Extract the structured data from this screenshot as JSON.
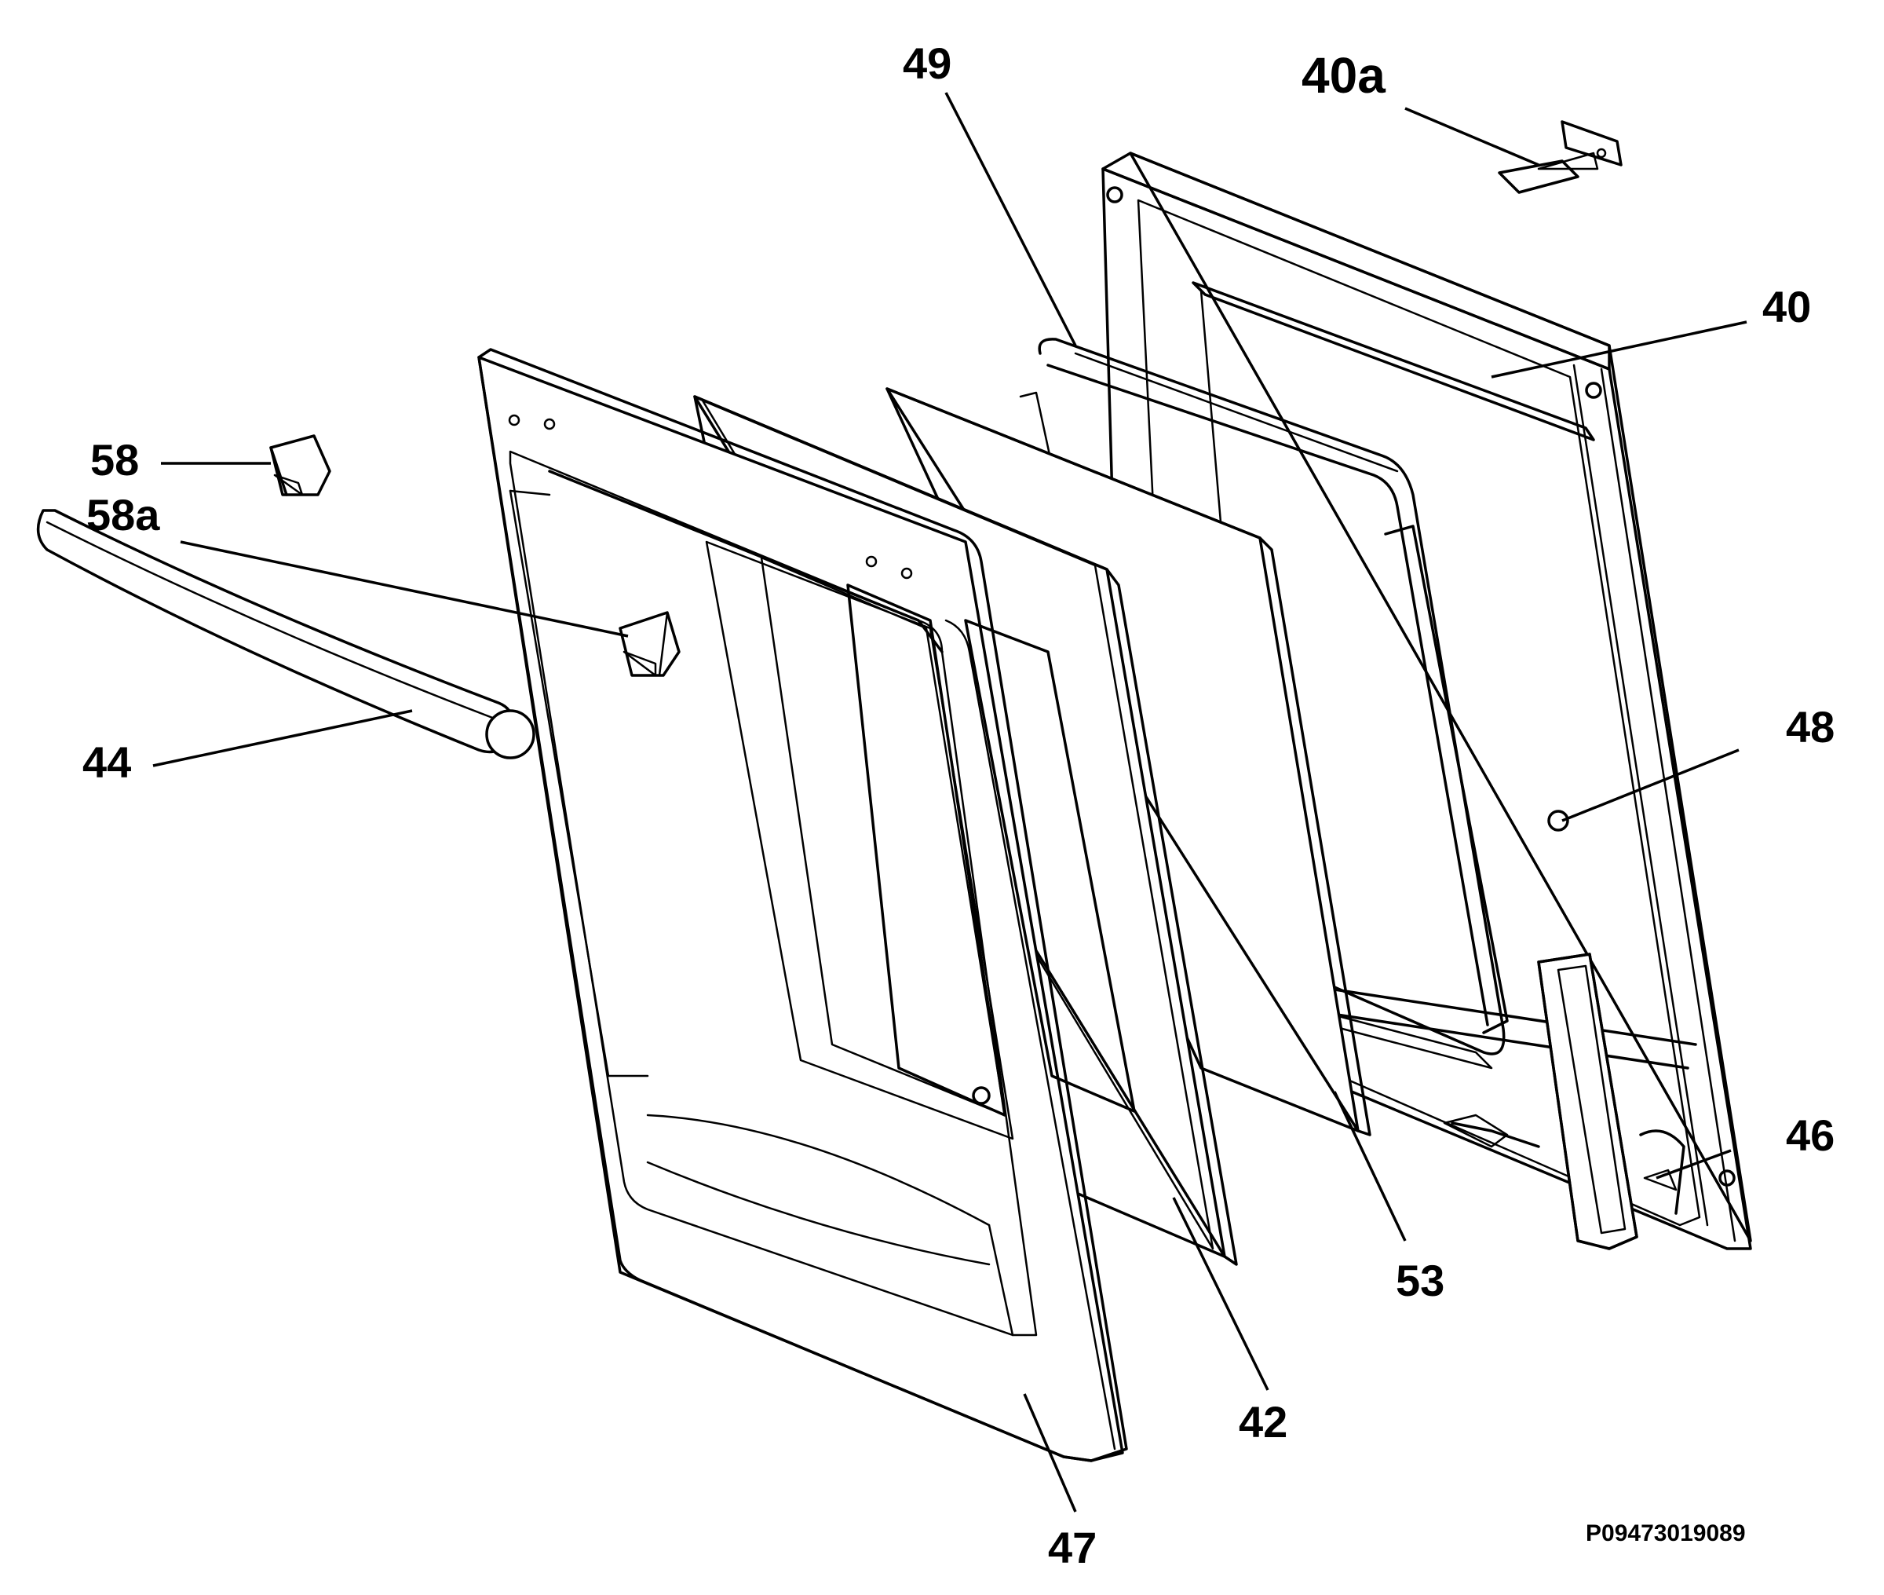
{
  "diagram": {
    "callouts": {
      "c40a": "40a",
      "c49": "49",
      "c40": "40",
      "c58": "58",
      "c58a": "58a",
      "c44": "44",
      "c48": "48",
      "c46": "46",
      "c53": "53",
      "c42": "42",
      "c47": "47"
    },
    "drawing_code": "P09473019089"
  }
}
